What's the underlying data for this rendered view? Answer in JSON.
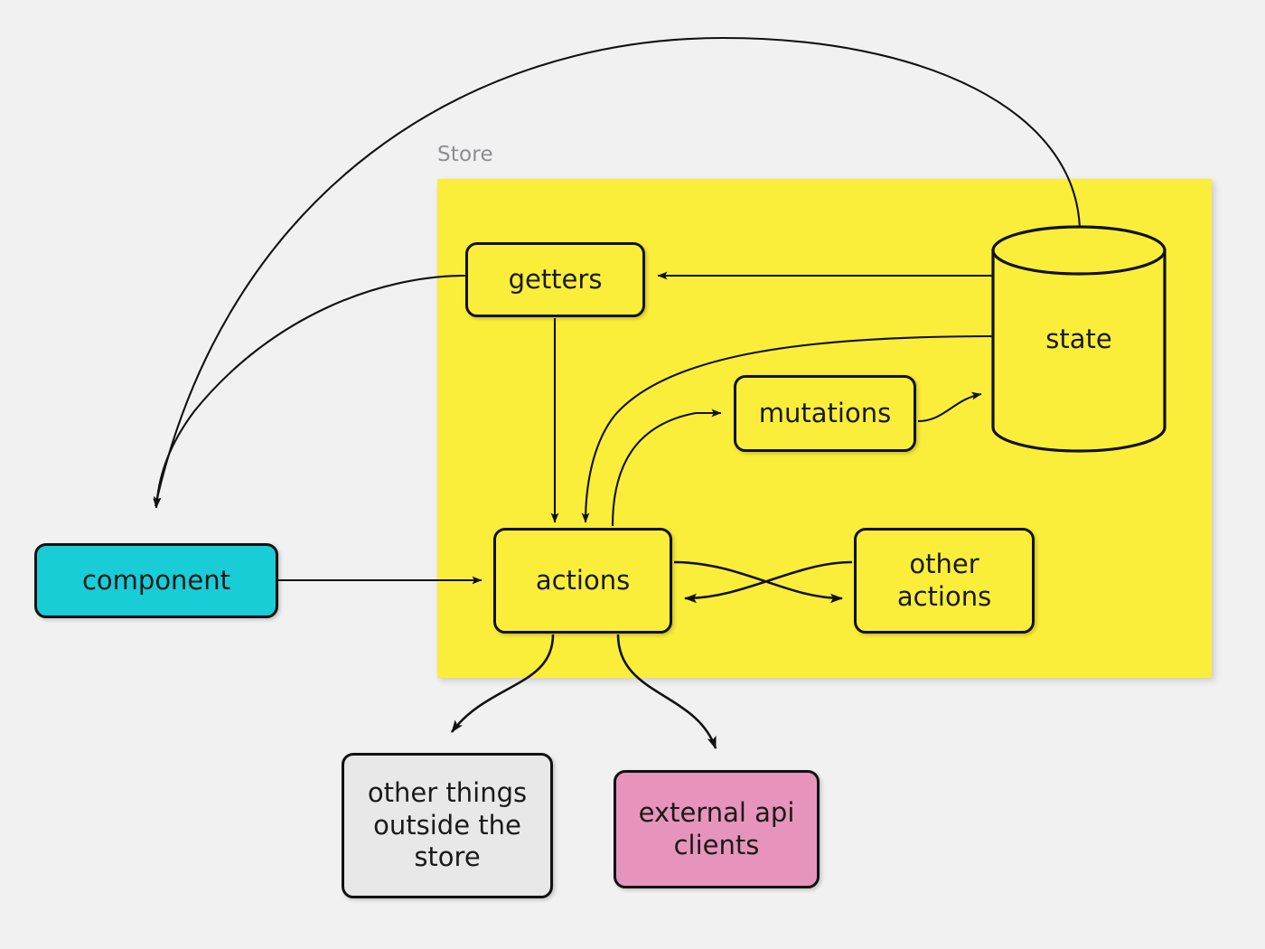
{
  "diagram": {
    "title": "Vuex / store data-flow diagram",
    "background_color": "#f1f1f1",
    "container": {
      "label": "Store",
      "label_color": "#8d8d93",
      "fill": "#fbee3a"
    },
    "nodes": [
      {
        "id": "getters",
        "label": "getters",
        "shape": "rounded-rect",
        "fill": "#fbee3a",
        "inside_store": true
      },
      {
        "id": "state",
        "label": "state",
        "shape": "cylinder",
        "fill": "#fbee3a",
        "inside_store": true
      },
      {
        "id": "mutations",
        "label": "mutations",
        "shape": "rounded-rect",
        "fill": "#fbee3a",
        "inside_store": true
      },
      {
        "id": "actions",
        "label": "actions",
        "shape": "rounded-rect",
        "fill": "#fbee3a",
        "inside_store": true
      },
      {
        "id": "other-actions",
        "label": "other\nactions",
        "shape": "rounded-rect",
        "fill": "#fbee3a",
        "inside_store": true
      },
      {
        "id": "component",
        "label": "component",
        "shape": "rounded-rect",
        "fill": "#18cdd6",
        "inside_store": false
      },
      {
        "id": "other-things",
        "label": "other things\noutside the\nstore",
        "shape": "rounded-rect",
        "fill": "#e8e8e8",
        "inside_store": false
      },
      {
        "id": "external-api",
        "label": "external api\nclients",
        "shape": "rounded-rect",
        "fill": "#e794bd",
        "inside_store": false
      }
    ],
    "node_labels": {
      "getters": "getters",
      "state": "state",
      "mutations": "mutations",
      "actions": "actions",
      "other_actions_line1": "other",
      "other_actions_line2": "actions",
      "component": "component",
      "other_things_line1": "other things",
      "other_things_line2": "outside the",
      "other_things_line3": "store",
      "external_api_line1": "external api",
      "external_api_line2": "clients"
    },
    "edges": [
      {
        "from": "state",
        "to": "component",
        "style": "curved",
        "arrow": true
      },
      {
        "from": "getters",
        "to": "component",
        "style": "curved",
        "arrow": true
      },
      {
        "from": "state",
        "to": "getters",
        "style": "straight",
        "arrow": true
      },
      {
        "from": "state",
        "to": "actions",
        "style": "curved",
        "arrow": true
      },
      {
        "from": "getters",
        "to": "actions",
        "style": "straight",
        "arrow": true
      },
      {
        "from": "actions",
        "to": "mutations",
        "style": "curved",
        "arrow": true
      },
      {
        "from": "mutations",
        "to": "state",
        "style": "curved",
        "arrow": true
      },
      {
        "from": "component",
        "to": "actions",
        "style": "straight",
        "arrow": true
      },
      {
        "from": "actions",
        "to": "other-actions",
        "style": "curved",
        "arrow": true
      },
      {
        "from": "other-actions",
        "to": "actions",
        "style": "curved",
        "arrow": true
      },
      {
        "from": "actions",
        "to": "other-things",
        "style": "curved",
        "arrow": true
      },
      {
        "from": "actions",
        "to": "external-api",
        "style": "curved",
        "arrow": true
      }
    ],
    "stroke_color": "#111111"
  }
}
